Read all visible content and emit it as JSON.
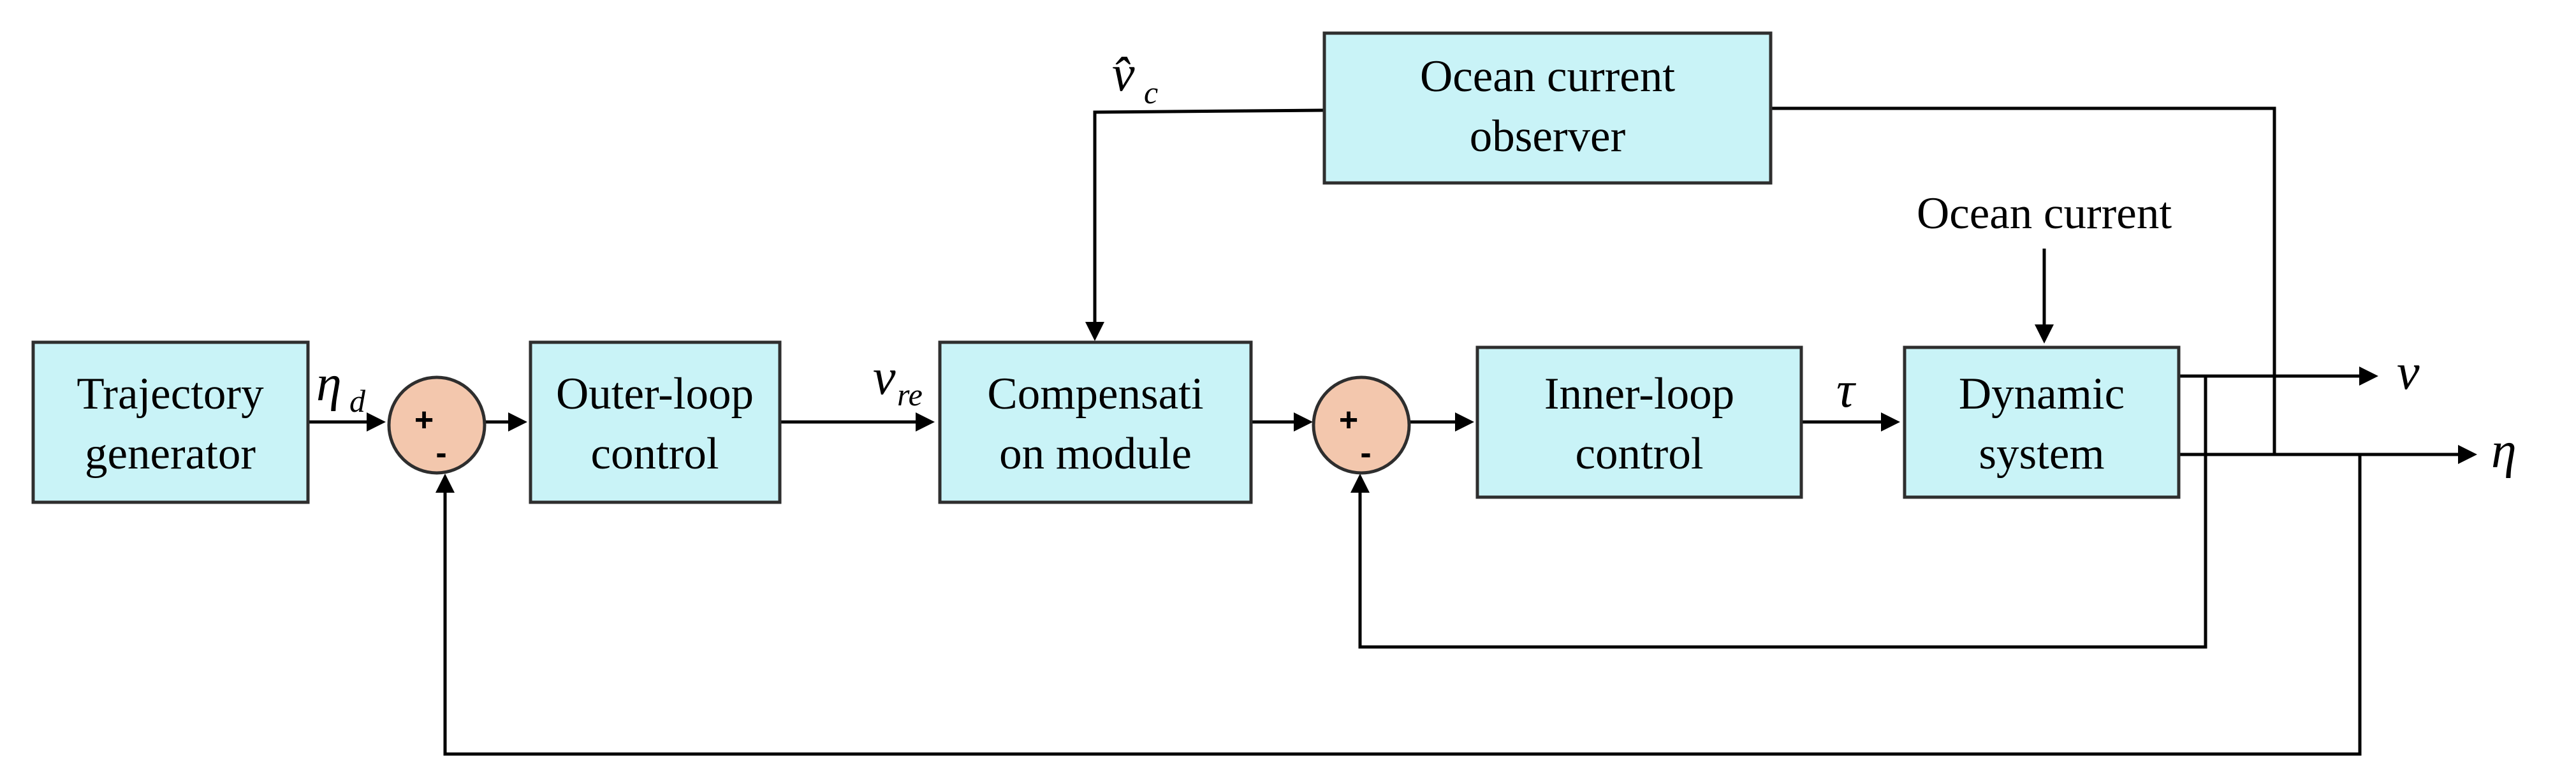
{
  "blocks": {
    "trajectory_generator": [
      "Trajectory",
      "generator"
    ],
    "outer_loop_control": [
      "Outer-loop",
      "control"
    ],
    "compensation_module": [
      "Compensati",
      "on module"
    ],
    "inner_loop_control": [
      "Inner-loop",
      "control"
    ],
    "dynamic_system": [
      "Dynamic",
      "system"
    ],
    "ocean_current_observer": [
      "Ocean current",
      "observer"
    ]
  },
  "summing_junctions": {
    "outer": {
      "plus": "+",
      "minus": "-"
    },
    "inner": {
      "plus": "+",
      "minus": "-"
    }
  },
  "signals": {
    "eta_d": {
      "symbol": "η",
      "subscript": "d"
    },
    "v_re": {
      "symbol": "v",
      "subscript": "re"
    },
    "v_c_hat": {
      "symbol": "v̂",
      "subscript": "c"
    },
    "tau": {
      "symbol": "τ"
    },
    "nu": {
      "symbol": "v"
    },
    "eta": {
      "symbol": "η"
    }
  },
  "disturbance_label": "Ocean current",
  "colors": {
    "block_fill": "#c9f3f7",
    "junction_fill": "#f3c7ad",
    "stroke": "#2e2e2e"
  }
}
